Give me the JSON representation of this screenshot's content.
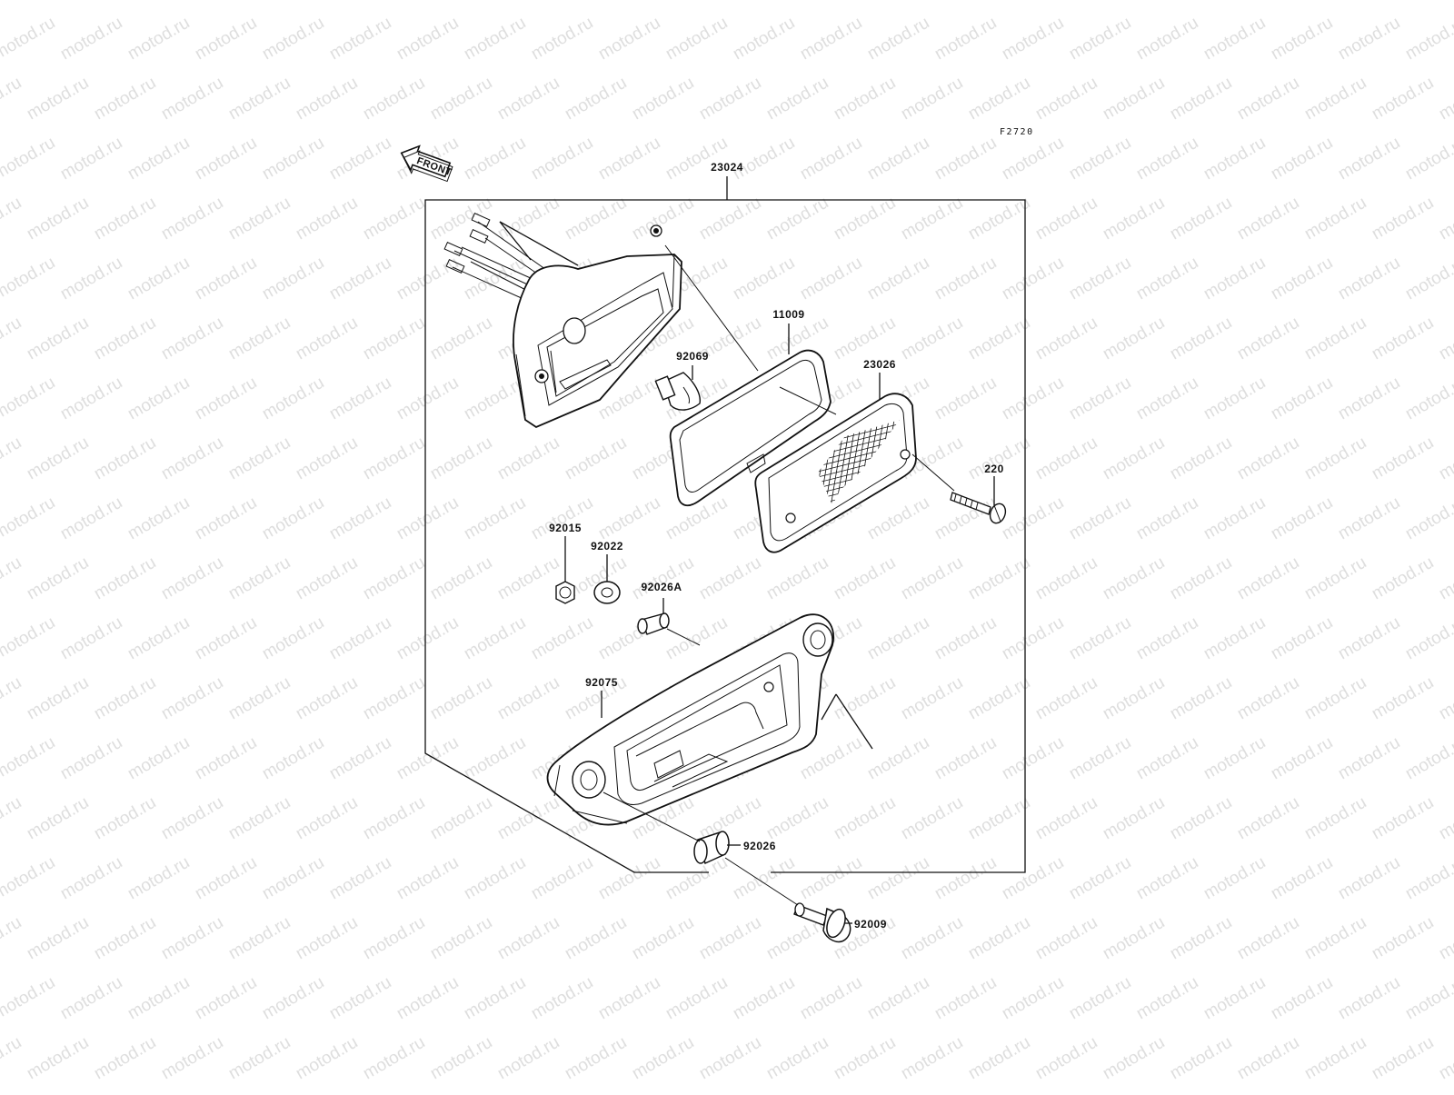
{
  "diagram": {
    "code": "F2720",
    "front_label": "FRONT",
    "watermark": "motod.ru",
    "parts": [
      {
        "id": "23024"
      },
      {
        "id": "11009"
      },
      {
        "id": "92069"
      },
      {
        "id": "23026"
      },
      {
        "id": "220"
      },
      {
        "id": "92015"
      },
      {
        "id": "92022"
      },
      {
        "id": "92026A"
      },
      {
        "id": "92075"
      },
      {
        "id": "92026"
      },
      {
        "id": "92009"
      }
    ]
  }
}
